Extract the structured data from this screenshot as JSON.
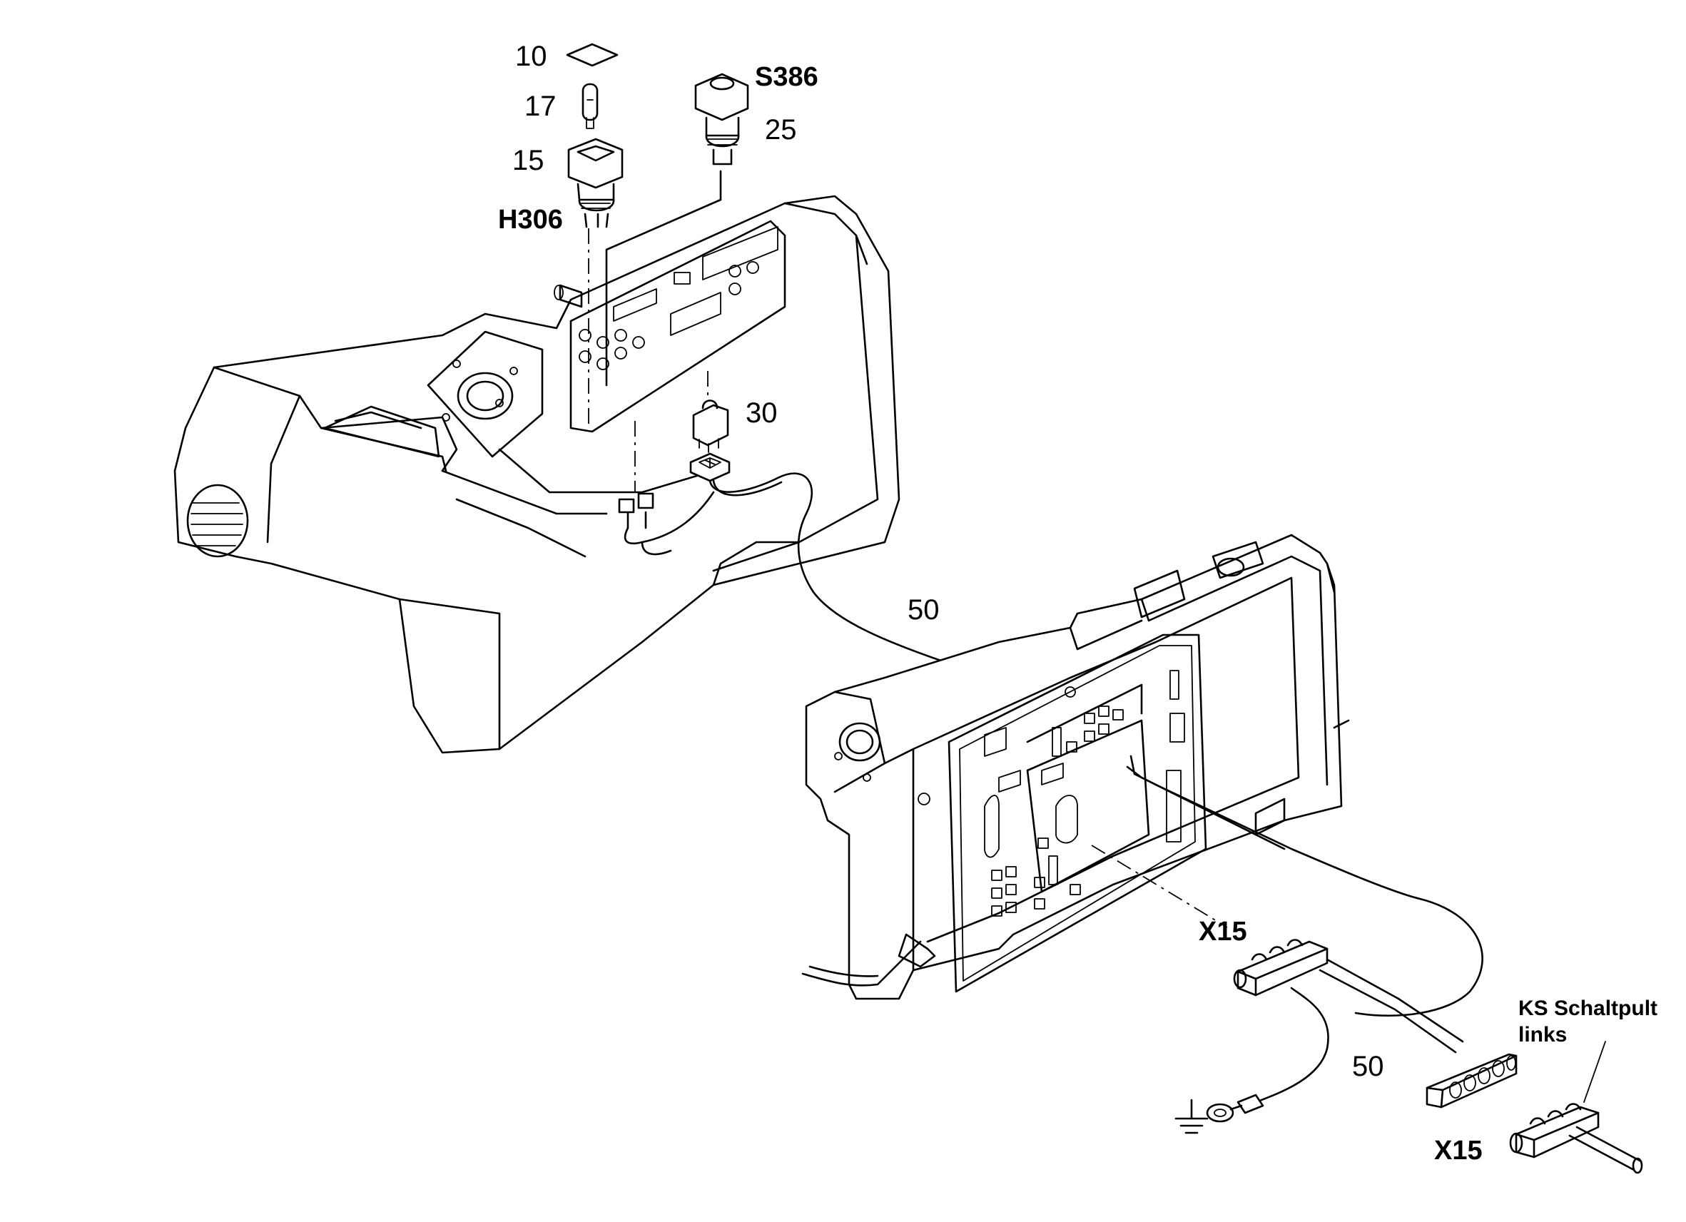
{
  "labels": {
    "item_10": "10",
    "item_17": "17",
    "item_15": "15",
    "item_h306": "H306",
    "item_s386": "S386",
    "item_25": "25",
    "item_30": "30",
    "item_50_upper": "50",
    "item_50_lower": "50",
    "item_x15_upper": "X15",
    "item_x15_lower": "X15",
    "ks_line1": "KS Schaltpult",
    "ks_line2": "links"
  }
}
